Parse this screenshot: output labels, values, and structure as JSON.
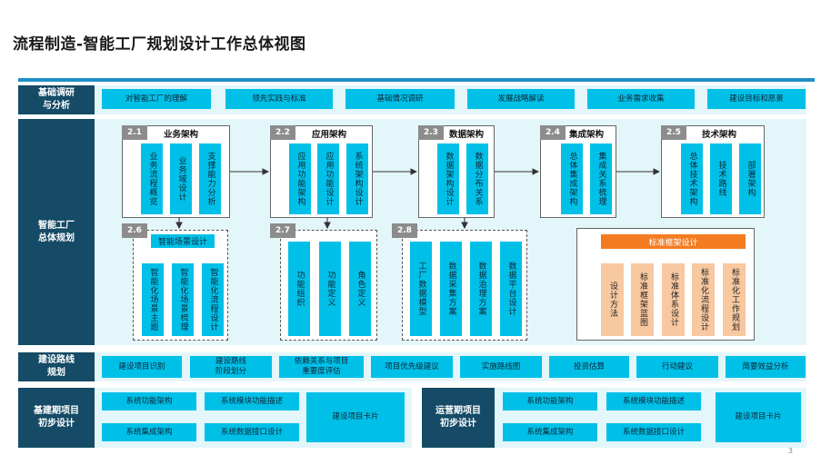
{
  "title": "流程制造-智能工厂规划设计工作总体视图",
  "page_number": "3",
  "rows": {
    "analysis": {
      "label": "基础调研\n与分析",
      "items": [
        "对智能工厂的理解",
        "领先实践与标准",
        "基础情况调研",
        "发展战略解读",
        "业务需求收集",
        "建设目标和愿景"
      ]
    },
    "planning": {
      "label": "智能工厂\n总体规划",
      "sections": [
        {
          "num": "2.1",
          "title": "业务架构",
          "items": [
            "业务流程概览",
            "业务域设计",
            "支撑能力分析"
          ]
        },
        {
          "num": "2.2",
          "title": "应用架构",
          "items": [
            "应用功能架构",
            "应用功能设计",
            "系统架构设计"
          ]
        },
        {
          "num": "2.3",
          "title": "数据架构",
          "items": [
            "数据架构设计",
            "数据分布关系"
          ]
        },
        {
          "num": "2.4",
          "title": "集成架构",
          "items": [
            "总体集成架构",
            "集成关系梳理"
          ]
        },
        {
          "num": "2.5",
          "title": "技术架构",
          "items": [
            "总体技术架构",
            "技术路线",
            "部署架构"
          ]
        },
        {
          "num": "2.6",
          "title": "智能场景设计",
          "items": [
            "智能化场景主题",
            "智能化场景梳理",
            "智能化流程设计"
          ]
        },
        {
          "num": "2.7",
          "title": "",
          "items": [
            "功能组织",
            "功能定义",
            "角色定义"
          ]
        },
        {
          "num": "2.8",
          "title": "",
          "items": [
            "工厂数据模型",
            "数据采集方案",
            "数据治理方案",
            "数据平台设计"
          ]
        },
        {
          "num": "",
          "title": "标准框架设计",
          "items": [
            "设计方法",
            "标准框架蓝图",
            "标准体系设计",
            "标准化流程设计",
            "标准化工作规划"
          ]
        }
      ]
    },
    "roadmap": {
      "label": "建设路线\n规划",
      "items": [
        "建设项目识别",
        "建设路线\n阶段划分",
        "依赖关系与项目\n重要度评估",
        "项目优先级建议",
        "实施路线图",
        "投资估算",
        "行动建议",
        "简要效益分析"
      ]
    },
    "design": [
      {
        "label": "基建期项目\n初步设计",
        "items": [
          "系统功能架构",
          "系统模块功能描述",
          "系统集成架构",
          "系统数据接口设计"
        ],
        "card": "建设项目卡片"
      },
      {
        "label": "运营期项目\n初步设计",
        "items": [
          "系统功能架构",
          "系统模块功能描述",
          "系统集成架构",
          "系统数据接口设计"
        ],
        "card": "建设项目卡片"
      }
    ]
  }
}
